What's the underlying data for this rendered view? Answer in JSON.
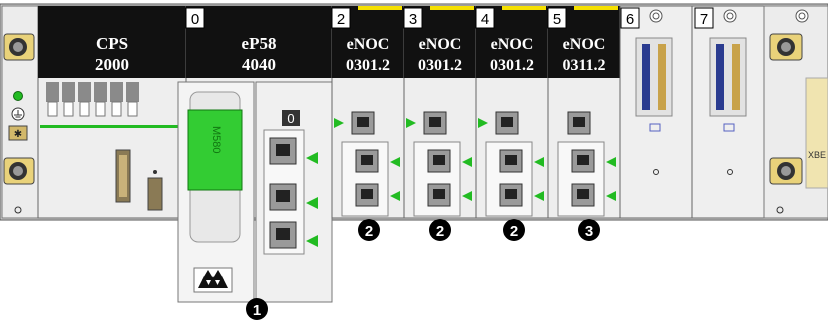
{
  "colors": {
    "rack_gray": "#d9d9d9",
    "module_face": "#efefef",
    "module_black": "#111111",
    "accent_green": "#22bb22",
    "cpu_screen_green": "#33cc33",
    "yellow_stripe": "#f5e000",
    "port_gray": "#9a9a9a"
  },
  "modules": [
    {
      "slot": "",
      "title_line1": "CPS",
      "title_line2": "2000"
    },
    {
      "slot": "0",
      "title_line1": "eP58",
      "title_line2": "4040",
      "cpu_port_tag": "0",
      "screen_text": "M580"
    },
    {
      "slot": "2",
      "title_line1": "eNOC",
      "title_line2": "0301.2"
    },
    {
      "slot": "3",
      "title_line1": "eNOC",
      "title_line2": "0301.2"
    },
    {
      "slot": "4",
      "title_line1": "eNOC",
      "title_line2": "0301.2"
    },
    {
      "slot": "5",
      "title_line1": "eNOC",
      "title_line2": "0311.2"
    },
    {
      "slot": "6",
      "title_line1": "",
      "title_line2": ""
    },
    {
      "slot": "7",
      "title_line1": "",
      "title_line2": ""
    }
  ],
  "extension_label": "XBE",
  "callouts": [
    "1",
    "2",
    "2",
    "2",
    "3"
  ],
  "icons": {
    "power_led": "green-led-icon",
    "ground": "ground-symbol-icon",
    "screw": "screw-icon",
    "cpu_logo": "network-triangles-icon"
  }
}
